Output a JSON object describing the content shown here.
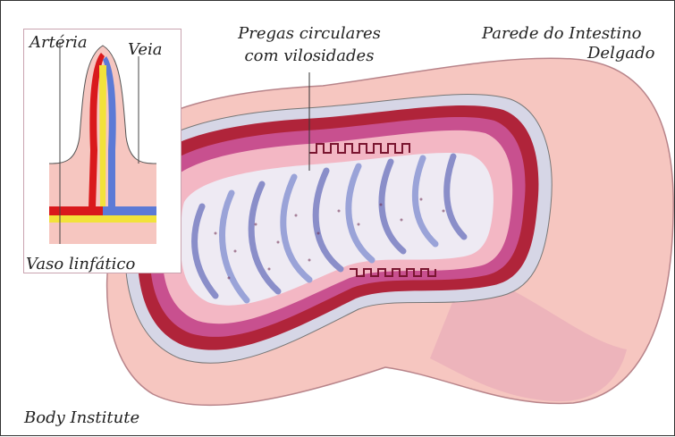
{
  "labels": {
    "artery": "Artéria",
    "vein": "Veia",
    "folds_line1": "Pregas circulares",
    "folds_line2": "com vilosidades",
    "wall_line1": "Parede do Intestino",
    "wall_line2": "Delgado",
    "lymph": "Vaso linfático",
    "credit": "Body Institute"
  },
  "colors": {
    "outer_tissue": "#f6c6c0",
    "muscle_red": "#b0243a",
    "submucosa_magenta": "#c8508f",
    "mucosa_pink": "#e8a9c6",
    "villi_blue": "#9aa3d8",
    "artery_red": "#d9191c",
    "vein_blue": "#5c7ad6",
    "lymph_yellow": "#f2e23a"
  }
}
